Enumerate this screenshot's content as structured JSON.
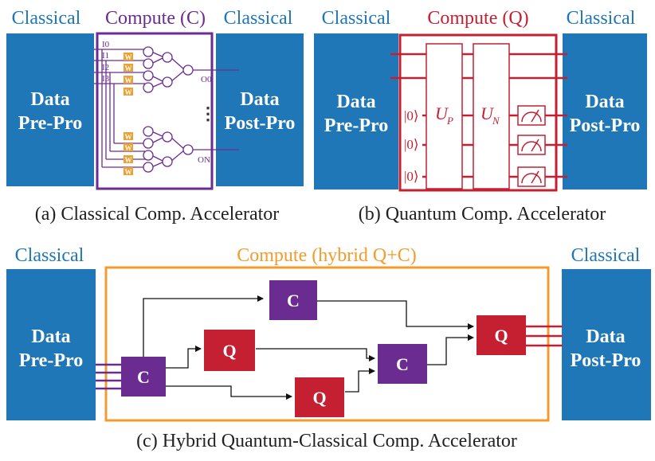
{
  "colors": {
    "classical_blue": "#1f77b8",
    "classical_text": "#1f77b8",
    "compute_c": "#6b2c91",
    "compute_q": "#c42032",
    "hybrid": "#f39b2c",
    "c_node": "#6b2c91",
    "q_node": "#c42032",
    "weight": "#f0a030"
  },
  "panel_a": {
    "left_header": "Classical",
    "compute_header": "Compute (C)",
    "right_header": "Classical",
    "pre_line1": "Data",
    "pre_line2": "Pre-Pro",
    "post_line1": "Data",
    "post_line2": "Post-Pro",
    "inputs": [
      "I0",
      "I1",
      "I2",
      "I3"
    ],
    "outputs": [
      "O0",
      "ON"
    ],
    "weight_label": "W",
    "ellipsis": "⋮",
    "caption": "(a) Classical Comp. Accelerator"
  },
  "panel_b": {
    "left_header": "Classical",
    "compute_header": "Compute (Q)",
    "right_header": "Classical",
    "pre_line1": "Data",
    "pre_line2": "Pre-Pro",
    "post_line1": "Data",
    "post_line2": "Post-Pro",
    "kets": [
      "|0⟩",
      "|0⟩",
      "|0⟩"
    ],
    "gate_p": "U",
    "gate_p_sub": "P",
    "gate_n": "U",
    "gate_n_sub": "N",
    "caption": "(b) Quantum Comp. Accelerator"
  },
  "panel_c": {
    "left_header": "Classical",
    "compute_header": "Compute (hybrid Q+C)",
    "right_header": "Classical",
    "pre_line1": "Data",
    "pre_line2": "Pre-Pro",
    "post_line1": "Data",
    "post_line2": "Post-Pro",
    "nodes": {
      "c_in": "C",
      "c_top": "C",
      "q_mid": "Q",
      "q_low": "Q",
      "c_mid": "C",
      "q_out": "Q"
    },
    "caption": "(c) Hybrid Quantum-Classical Comp. Accelerator"
  }
}
